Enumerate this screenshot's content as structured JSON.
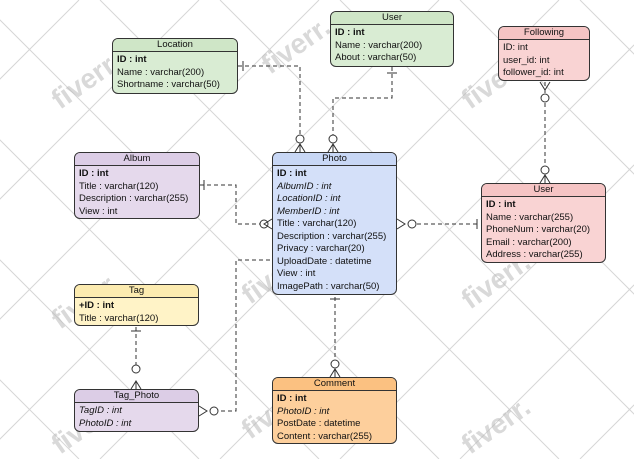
{
  "entities": {
    "location": {
      "title": "Location",
      "rows": [
        {
          "text": "ID : int",
          "style": "pk"
        },
        {
          "text": "Name : varchar(200)",
          "style": ""
        },
        {
          "text": "Shortname : varchar(50)",
          "style": ""
        }
      ]
    },
    "user_top": {
      "title": "User",
      "rows": [
        {
          "text": "ID : int",
          "style": "pk"
        },
        {
          "text": "Name : varchar(200)",
          "style": ""
        },
        {
          "text": "About : varchar(50)",
          "style": ""
        }
      ]
    },
    "following": {
      "title": "Following",
      "rows": [
        {
          "text": "ID: int",
          "style": ""
        },
        {
          "text": "user_id: int",
          "style": ""
        },
        {
          "text": "follower_id: int",
          "style": ""
        }
      ]
    },
    "album": {
      "title": "Album",
      "rows": [
        {
          "text": "ID : int",
          "style": "pk"
        },
        {
          "text": "Title : varchar(120)",
          "style": ""
        },
        {
          "text": "Description : varchar(255)",
          "style": ""
        },
        {
          "text": "View : int",
          "style": ""
        }
      ]
    },
    "photo": {
      "title": "Photo",
      "rows": [
        {
          "text": "ID : int",
          "style": "pk"
        },
        {
          "text": "AlbumID : int",
          "style": "it"
        },
        {
          "text": "LocationID : int",
          "style": "it"
        },
        {
          "text": "MemberID : int",
          "style": "it"
        },
        {
          "text": "Title : varchar(120)",
          "style": ""
        },
        {
          "text": "Description : varchar(255)",
          "style": ""
        },
        {
          "text": "Privacy : varchar(20)",
          "style": ""
        },
        {
          "text": "UploadDate : datetime",
          "style": ""
        },
        {
          "text": "View : int",
          "style": ""
        },
        {
          "text": "ImagePath : varchar(50)",
          "style": ""
        }
      ]
    },
    "user_right": {
      "title": "User",
      "rows": [
        {
          "text": "ID : int",
          "style": "pk"
        },
        {
          "text": "Name : varchar(255)",
          "style": ""
        },
        {
          "text": "PhoneNum : varchar(20)",
          "style": ""
        },
        {
          "text": "Email : varchar(200)",
          "style": ""
        },
        {
          "text": "Address : varchar(255)",
          "style": ""
        }
      ]
    },
    "tag": {
      "title": "Tag",
      "rows": [
        {
          "text": "+ID : int",
          "style": "pk"
        },
        {
          "text": "Title : varchar(120)",
          "style": ""
        }
      ]
    },
    "tag_photo": {
      "title": "Tag_Photo",
      "rows": [
        {
          "text": "TagID : int",
          "style": "it"
        },
        {
          "text": "PhotoID : int",
          "style": "it"
        }
      ]
    },
    "comment": {
      "title": "Comment",
      "rows": [
        {
          "text": "ID : int",
          "style": "pk"
        },
        {
          "text": "PhotoID : int",
          "style": "it"
        },
        {
          "text": "PostDate : datetime",
          "style": ""
        },
        {
          "text": "Content : varchar(255)",
          "style": ""
        }
      ]
    }
  },
  "watermark": {
    "text": "fiverr.",
    "color": "#b9b9b9"
  },
  "colors": {
    "line": "#333333"
  }
}
